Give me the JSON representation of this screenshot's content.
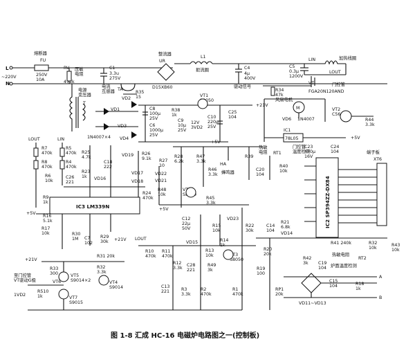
{
  "caption": "图 1-8  汇成 HC-16 电磁炉电路图之一(控制板)",
  "power": {
    "terminal_L": "L",
    "terminal_N": "N",
    "mains": "~220V",
    "fuse_title": "熔断器",
    "fuse_ref": "FU",
    "fuse_rating": "250V\n10A",
    "varistor_ref": "RV",
    "varistor_value": "471k",
    "varistor_title": "压敏\n电阻",
    "c1_ref": "C1",
    "c1_value": "3.3u\n275V",
    "bridge_title": "整流器",
    "bridge_ref": "UR",
    "bridge_part": "D15XB60",
    "ct_title": "电流\n互感器",
    "ct_ref": "TA",
    "trafo_title": "电源\n变压器",
    "trafo_ref": "T",
    "l1_ref": "L1",
    "l1_title": "扼流圈",
    "c4_ref": "C4",
    "c4_value": "4μ\n400V",
    "lin": "LIN",
    "coil_title": "加热线圈",
    "c5_ref": "C5",
    "c5_value": "0.3μ\n1200V",
    "lout": "LOUT",
    "vt_ref": "VT",
    "igbt_title": "门控管",
    "igbt_part": "FGA20N120AND",
    "drive_title": "驱动信号",
    "r34": "R34\n47k"
  },
  "labels": {
    "fan_title": "风扇电机",
    "fan_ref": "M",
    "vt1": "VT1\nS8050",
    "vt2": "VT2\nC5609",
    "vd6": "VD6",
    "vd6_part": "1N4007",
    "ic1": "IC1",
    "ic1_part": "78L05",
    "c23": "C23\n470μ\n16V",
    "c24": "C24\n104",
    "r44": "R44\n3.3k",
    "plus5v": "+5V",
    "plus21v": "+21V",
    "c10": "C10\n220μ\n25V",
    "c25": "C25\n104",
    "r38": "R38\n1k",
    "c9": "C9\n10μ\n25V",
    "vd_12v": "12V\n3VD2",
    "c6": "C6\n1000μ\n25V",
    "c8": "C8\n100μ\n25V",
    "r35": "R35\n15",
    "vd2": "VD2",
    "vd1": "VD1",
    "vd3": "VD3",
    "vd4": "VD4",
    "in4007x4": "1N4007×4",
    "lout_left": "LOUT",
    "lin_left": "LIN",
    "r7": "R7\n470k",
    "r8": "R8\n470k",
    "r5": "R5\n470k",
    "r4": "R4\n470k",
    "r6": "R6\n10k",
    "c26": "C26\n221",
    "r9": "R9\n1k",
    "r25": "R25\n4.7k",
    "r23": "R23\n1k",
    "c18": "C18\n222",
    "vd19": "VD19",
    "vd16": "VD16",
    "r26": "R26\n9.1k",
    "vd17": "VD17",
    "vd18": "VD18",
    "r27": "R27\n10",
    "vd22": "VD22",
    "vd21": "VD21",
    "r48": "R48\n10k",
    "r24": "R24\n470k",
    "r28": "R28\n6.2k",
    "r47": "R47\n3.3k",
    "r46": "R46\n3.3k",
    "ha": "HA",
    "buzzer": "蜂鸣器",
    "vt8": "VT8\nS8050",
    "r45": "R45\n3.3k",
    "r39": "R39",
    "rt1": "RT1",
    "ntc_title": "热敏\n电阻",
    "igbt_temp": "门控管\n温度检测",
    "r40": "R40\n10k",
    "c20": "C20\n104",
    "ic3": "IC3 LM339N",
    "r16": "R16\n5.1k",
    "r17": "R17\n10k",
    "r30": "R30\n1M",
    "c7": "C7\n102",
    "r29": "R29\n30k",
    "r31": "R31 20k",
    "r32": "R32\n3.3k",
    "r33": "R33\n300",
    "vt5": "VT5\nS9014×2",
    "vt4": "VT4\nS9014",
    "vt6": "VT6",
    "vt7": "VT7\nS9015",
    "vd_drive": "至门控管\nVT驱动G极",
    "r510": "R510\n1k",
    "ivd2": "1VD2",
    "c12": "C12\n22μ\n50V",
    "r15": "R15\n10k",
    "vd23": "VD23",
    "vd15": "VD15",
    "r13": "R13\n10k",
    "r14": "R14\n1k",
    "vt3": "VT3\nS8050",
    "r49": "R49\n3k",
    "r10": "R10\n470k",
    "r11": "R11\n470k",
    "r12": "R12\n3.3k",
    "c28": "C28\n221",
    "lout_mid": "LOUT",
    "c13": "C13\n221",
    "r3": "R3\n3.3k",
    "r2": "R2\n470k",
    "r1": "R1\n470k",
    "r22": "R22\n30k",
    "c14": "C14\n104",
    "vd14": "VD14",
    "r21": "R21\n6.8k",
    "r20": "R20\n20k",
    "r42": "R42\n3k",
    "r41": "R41 240k",
    "r43": "R43\n10k",
    "rt2": "RT2",
    "ntc2_title": "热敏电阻",
    "pan_temp": "炉面温度检测",
    "c19": "C19\n104",
    "r19": "R19\n100",
    "rp1": "RP1\n20k",
    "c15": "C15\n104",
    "r18": "R18\n1k",
    "vd_bridge": "VD11~VD13",
    "terminal_a": "A",
    "terminal_b": "B",
    "ic2": "IC2 SP394ZZ-DX84",
    "terminal_board": "端子板",
    "xt6": "XT6",
    "r32_top": "R32\n10k"
  }
}
